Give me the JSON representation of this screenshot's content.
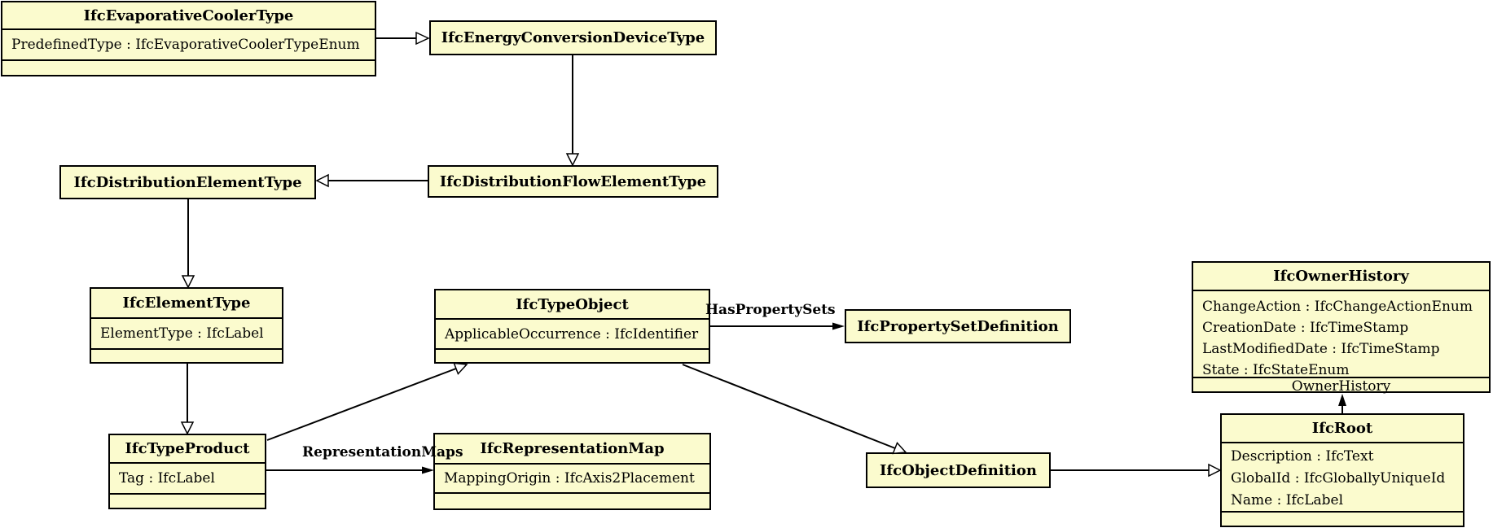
{
  "colors": {
    "node_fill": "#FBFBCE",
    "node_border": "#000000",
    "background": "#FFFFFF",
    "edge": "#000000"
  },
  "classes": {
    "evaporative_cooler_type": {
      "title": "IfcEvaporativeCoolerType",
      "attributes": [
        "PredefinedType : IfcEvaporativeCoolerTypeEnum"
      ]
    },
    "energy_conversion_device_type": {
      "title": "IfcEnergyConversionDeviceType"
    },
    "distribution_element_type": {
      "title": "IfcDistributionElementType"
    },
    "distribution_flow_element_type": {
      "title": "IfcDistributionFlowElementType"
    },
    "element_type": {
      "title": "IfcElementType",
      "attributes": [
        "ElementType : IfcLabel"
      ]
    },
    "type_object": {
      "title": "IfcTypeObject",
      "attributes": [
        "ApplicableOccurrence : IfcIdentifier"
      ]
    },
    "property_set_definition": {
      "title": "IfcPropertySetDefinition"
    },
    "owner_history": {
      "title": "IfcOwnerHistory",
      "attributes": [
        "ChangeAction : IfcChangeActionEnum",
        "CreationDate : IfcTimeStamp",
        "LastModifiedDate : IfcTimeStamp",
        "State : IfcStateEnum"
      ],
      "role_label": "OwnerHistory"
    },
    "type_product": {
      "title": "IfcTypeProduct",
      "attributes": [
        "Tag : IfcLabel"
      ]
    },
    "representation_map": {
      "title": "IfcRepresentationMap",
      "attributes": [
        "MappingOrigin : IfcAxis2Placement"
      ]
    },
    "object_definition": {
      "title": "IfcObjectDefinition"
    },
    "root": {
      "title": "IfcRoot",
      "attributes": [
        "Description : IfcText",
        "GlobalId : IfcGloballyUniqueId",
        "Name : IfcLabel"
      ]
    }
  },
  "edge_labels": {
    "has_property_sets": "HasPropertySets",
    "representation_maps": "RepresentationMaps"
  }
}
